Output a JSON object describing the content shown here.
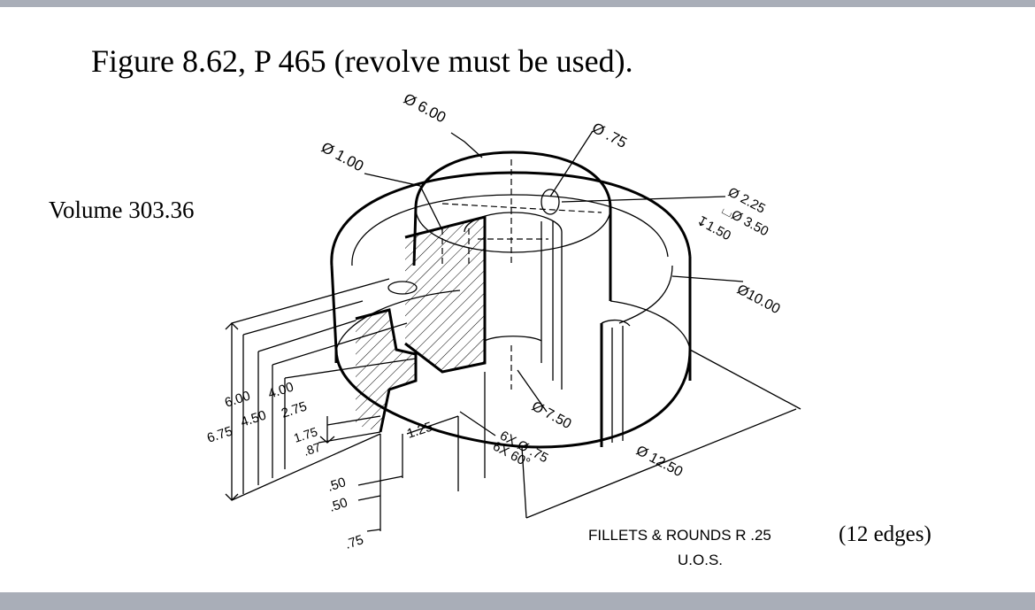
{
  "title": "Figure 8.62, P 465 (revolve must be used).",
  "volume_label": "Volume 303.36",
  "edges_note": "(12 edges)",
  "drawing": {
    "dims": {
      "d600": "Ø 6.00",
      "d075": "Ø .75",
      "d100": "Ø 1.00",
      "d225": "Ø 2.25",
      "cb350": "⌴Ø 3.50",
      "depth150": "↧1.50",
      "d1000": "Ø10.00",
      "d750": "Ø 7.50",
      "d1250": "Ø 12.50",
      "holes6x": "6X Ø .75",
      "ang6x": "6X 60°",
      "h600": "6.00",
      "h675": "6.75",
      "h450": "4.50",
      "h400": "4.00",
      "h275": "2.75",
      "h175": "1.75",
      "h087": ".87",
      "v050a": ".50",
      "v050b": ".50",
      "v075": ".75",
      "w125": "1.25"
    },
    "note_line1": "FILLETS & ROUNDS R .25",
    "note_line2": "U.O.S."
  }
}
